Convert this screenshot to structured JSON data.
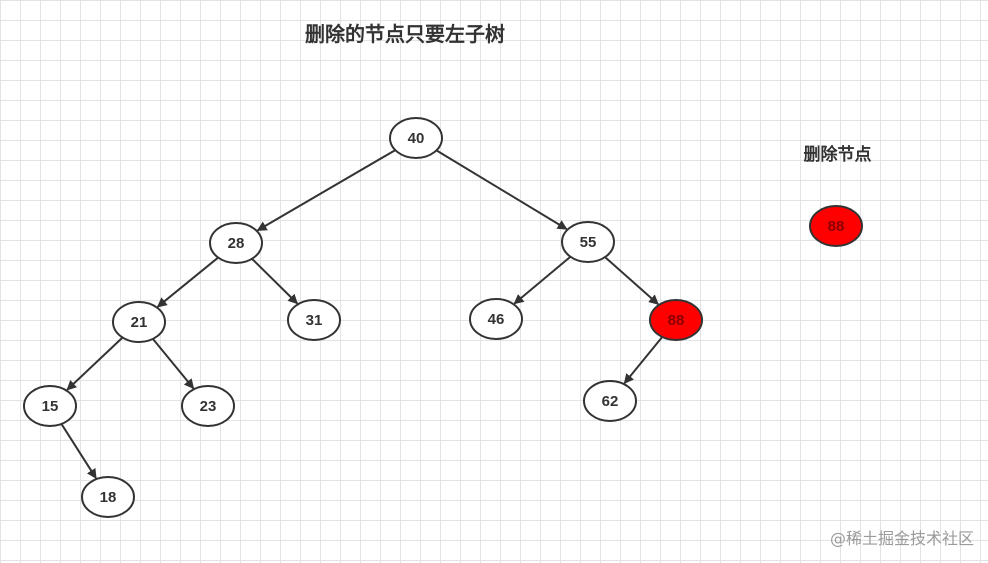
{
  "title": "删除的节点只要左子树",
  "side_label": "删除节点",
  "side_node": {
    "label": "88",
    "highlight": true
  },
  "watermark": "@稀土掘金技术社区",
  "colors": {
    "highlight": "#ff0000",
    "stroke": "#333333",
    "text": "#333333",
    "highlight_text": "#8b0000"
  },
  "tree": {
    "nodes": [
      {
        "id": "n40",
        "label": "40"
      },
      {
        "id": "n28",
        "label": "28"
      },
      {
        "id": "n55",
        "label": "55"
      },
      {
        "id": "n21",
        "label": "21"
      },
      {
        "id": "n31",
        "label": "31"
      },
      {
        "id": "n46",
        "label": "46"
      },
      {
        "id": "n88",
        "label": "88",
        "highlight": true
      },
      {
        "id": "n15",
        "label": "15"
      },
      {
        "id": "n23",
        "label": "23"
      },
      {
        "id": "n62",
        "label": "62"
      },
      {
        "id": "n18",
        "label": "18"
      }
    ],
    "edges": [
      [
        "n40",
        "n28"
      ],
      [
        "n40",
        "n55"
      ],
      [
        "n28",
        "n21"
      ],
      [
        "n28",
        "n31"
      ],
      [
        "n55",
        "n46"
      ],
      [
        "n55",
        "n88"
      ],
      [
        "n21",
        "n15"
      ],
      [
        "n21",
        "n23"
      ],
      [
        "n88",
        "n62"
      ],
      [
        "n15",
        "n18"
      ]
    ]
  }
}
